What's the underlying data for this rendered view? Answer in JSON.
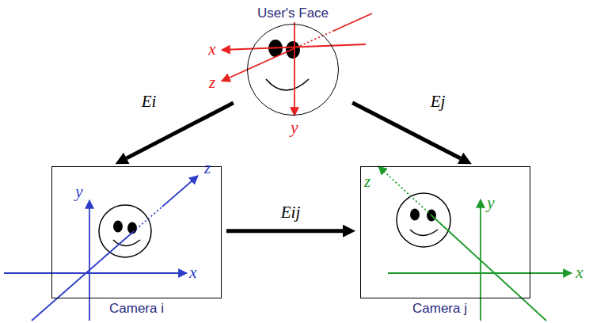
{
  "diagram": {
    "nodes": [
      {
        "text": [
          "User's Face"
        ]
      },
      {
        "text": [
          "Camera i"
        ]
      },
      {
        "text": [
          "Camera j"
        ]
      }
    ],
    "edges": [
      {
        "from": 0,
        "to": 1,
        "arrow": "to",
        "label": "Ei"
      },
      {
        "from": 0,
        "to": 2,
        "arrow": "to",
        "label": "Ej"
      },
      {
        "from": 1,
        "to": 2,
        "arrow": "to",
        "label": "Eij"
      }
    ],
    "labels": [
      "x",
      "z",
      "y",
      "y",
      "x",
      "z",
      "z",
      "y",
      "x"
    ]
  }
}
